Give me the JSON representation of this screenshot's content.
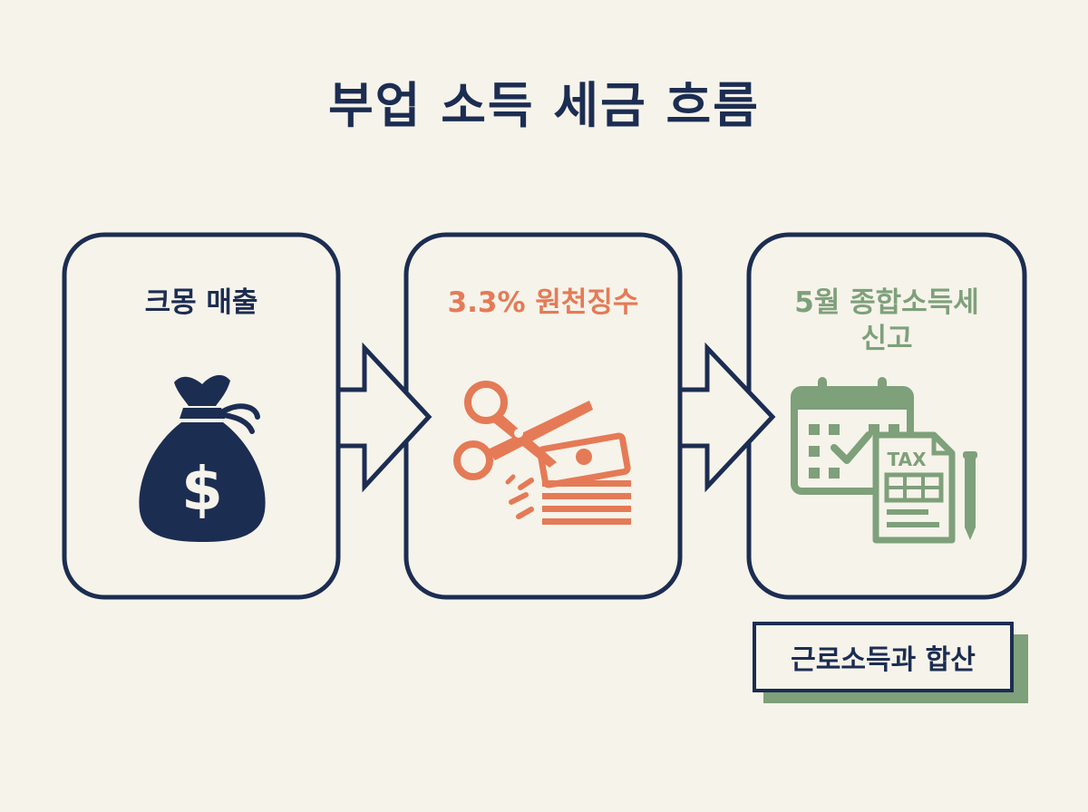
{
  "title": "부업 소득 세금 흐름",
  "steps": [
    {
      "label": "크몽 매출",
      "icon": "money-bag-icon"
    },
    {
      "label": "3.3% 원천징수",
      "icon": "scissors-cash-icon"
    },
    {
      "label": "5월 종합소득세\n신고",
      "icon": "calendar-tax-icon",
      "icon_text": "TAX"
    }
  ],
  "note": "근로소득과 합산",
  "colors": {
    "background": "#f6f3ea",
    "navy": "#1c2d52",
    "coral": "#e57a56",
    "sage": "#7ea07a"
  }
}
